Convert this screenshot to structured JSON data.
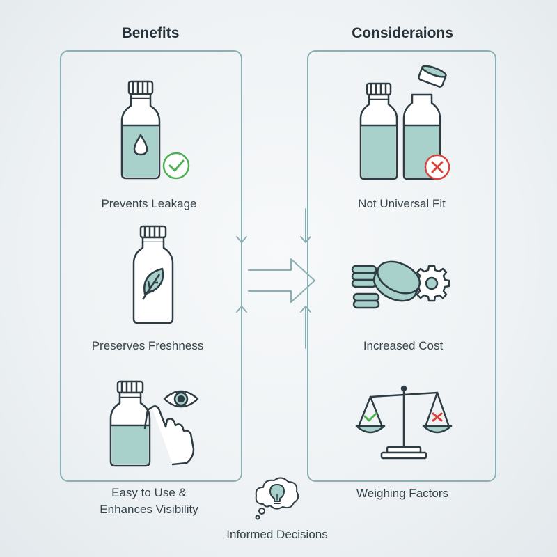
{
  "benefits": {
    "title": "Benefits",
    "items": [
      {
        "label": "Prevents Leakage",
        "icon": "bottle-drop-check-icon"
      },
      {
        "label": "Preserves Freshness",
        "icon": "bottle-leaf-icon"
      },
      {
        "label_line1": "Easy to Use &",
        "label_line2": "Enhances Visibility",
        "icon": "bottle-hand-eye-icon"
      }
    ]
  },
  "considerations": {
    "title": "Consideraions",
    "items": [
      {
        "label": "Not Universal Fit",
        "icon": "bottles-cap-cross-icon"
      },
      {
        "label": "Increased Cost",
        "icon": "coins-gear-icon"
      },
      {
        "label": "Weighing Factors",
        "icon": "balance-scale-icon"
      }
    ]
  },
  "footer": {
    "label": "Informed Decisions",
    "icon": "lightbulb-thought-icon"
  },
  "colors": {
    "teal_fill": "#a8d1cc",
    "outline": "#2e3c43",
    "panel_border": "#8ab0b3",
    "check": "#4caf50",
    "cross": "#d9423c"
  }
}
